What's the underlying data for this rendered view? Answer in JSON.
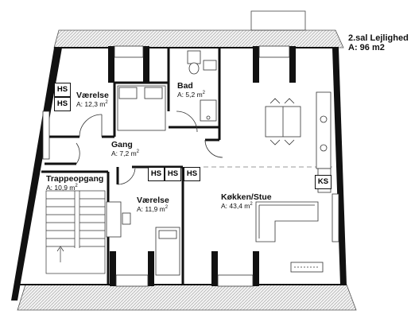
{
  "title": {
    "line1": "2.sal Lejlighed",
    "line2": "A: 96 m2"
  },
  "area_unit_sup": "2",
  "rooms": [
    {
      "key": "vaerelse1",
      "name": "Værelse",
      "area": "A: 12,3 m"
    },
    {
      "key": "bad",
      "name": "Bad",
      "area": "A: 5,2 m"
    },
    {
      "key": "gang",
      "name": "Gang",
      "area": "A: 7,2 m"
    },
    {
      "key": "trappeopgang",
      "name": "Trappeopgang",
      "area": "A: 10,9 m"
    },
    {
      "key": "vaerelse2",
      "name": "Værelse",
      "area": "A: 11,9 m"
    },
    {
      "key": "kokken_stue",
      "name": "Køkken/Stue",
      "area": "A: 43,4 m"
    }
  ],
  "boxes": {
    "hs": "HS",
    "ks": "KS"
  },
  "colors": {
    "wall": "#111111",
    "roof_hatch": "#cfcfcf",
    "line": "#333333"
  }
}
